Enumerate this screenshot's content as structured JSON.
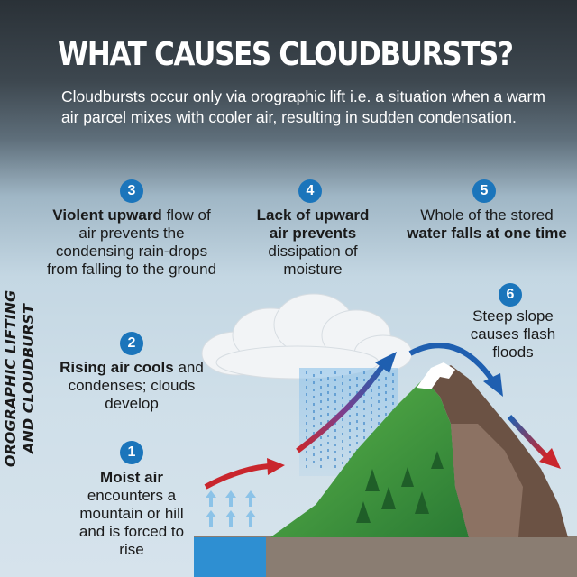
{
  "title": "WHAT CAUSES CLOUDBURSTS?",
  "subtitle": "Cloudbursts occur only via orographic lift i.e. a situation when a warm air parcel mixes with cooler air, resulting in sudden condensation.",
  "side_label": {
    "line1": "OROGRAPHIC LIFTING",
    "line2": "AND CLOUDBURST"
  },
  "colors": {
    "badge": "#1b75bb",
    "arrow_blue": "#1f5fb0",
    "arrow_red": "#c9262d",
    "mountain_green": "#3e9a3f",
    "mountain_brown": "#6b5244"
  },
  "steps": [
    {
      "number": "1",
      "bold": "Moist air",
      "text": "encounters a mountain or hill and is forced to rise"
    },
    {
      "number": "2",
      "bold": "Rising air cools",
      "text": "and condenses; clouds develop"
    },
    {
      "number": "3",
      "bold": "Violent upward",
      "text": "flow of air prevents the condensing rain-drops from falling to the ground"
    },
    {
      "number": "4",
      "bold": "Lack of upward air prevents",
      "text": "dissipation of moisture"
    },
    {
      "number": "5",
      "text_before": "Whole of the stored",
      "bold": "water falls at one time"
    },
    {
      "number": "6",
      "text": "Steep slope causes flash floods"
    }
  ]
}
